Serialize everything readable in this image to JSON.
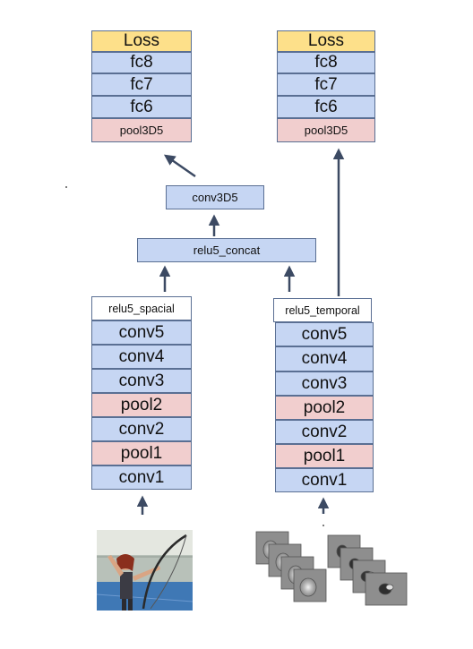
{
  "colors": {
    "blue": "#c6d6f3",
    "pink": "#f1cece",
    "yellow": "#fde08a",
    "border": "#5a6f93",
    "arrow": "#3c4a63"
  },
  "left_head": {
    "loss": "Loss",
    "fc8": "fc8",
    "fc7": "fc7",
    "fc6": "fc6",
    "pool": "pool3D5"
  },
  "right_head": {
    "loss": "Loss",
    "fc8": "fc8",
    "fc7": "fc7",
    "fc6": "fc6",
    "pool": "pool3D5"
  },
  "fusion": {
    "conv": "conv3D5",
    "concat": "relu5_concat"
  },
  "spatial_stream": {
    "relu": "relu5_spacial",
    "layers": [
      "conv5",
      "conv4",
      "conv3",
      "pool2",
      "conv2",
      "pool1",
      "conv1"
    ]
  },
  "temporal_stream": {
    "relu": "relu5_temporal",
    "layers": [
      "conv5",
      "conv4",
      "conv3",
      "pool2",
      "conv2",
      "pool1",
      "conv1"
    ]
  },
  "inputs": {
    "spatial": "rgb-frame-archer",
    "temporal": "optical-flow-stack"
  }
}
